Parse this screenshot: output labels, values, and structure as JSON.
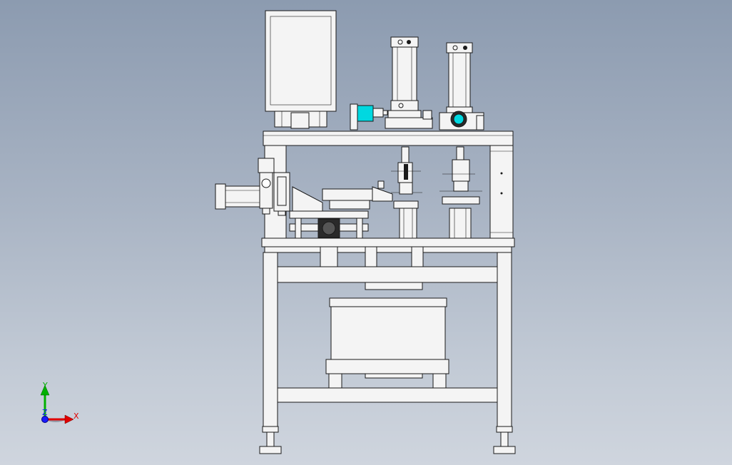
{
  "colors": {
    "background_top": "#8c9bb0",
    "background_bottom": "#cfd5de",
    "axis_x": "#e00000",
    "axis_y": "#00b000",
    "axis_z": "#1a1aff",
    "motor_accent": "#00d8e0"
  },
  "triad": {
    "x_label": "X",
    "y_label": "Y",
    "z_label": "Z"
  }
}
